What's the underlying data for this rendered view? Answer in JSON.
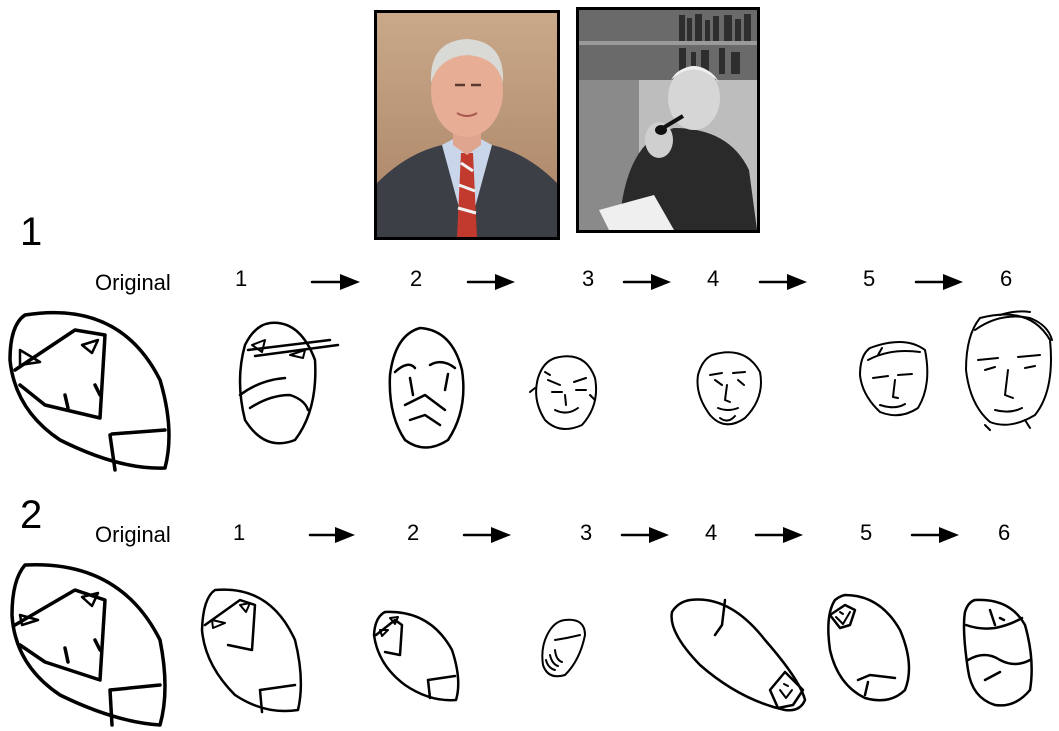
{
  "row1": {
    "number": "1",
    "labels": {
      "original": "Original",
      "s1": "1",
      "s2": "2",
      "s3": "3",
      "s4": "4",
      "s5": "5",
      "s6": "6"
    }
  },
  "row2": {
    "number": "2",
    "labels": {
      "original": "Original",
      "s1": "1",
      "s2": "2",
      "s3": "3",
      "s4": "4",
      "s5": "5",
      "s6": "6"
    }
  },
  "colors": {
    "ink": "#000000",
    "background": "#ffffff"
  }
}
